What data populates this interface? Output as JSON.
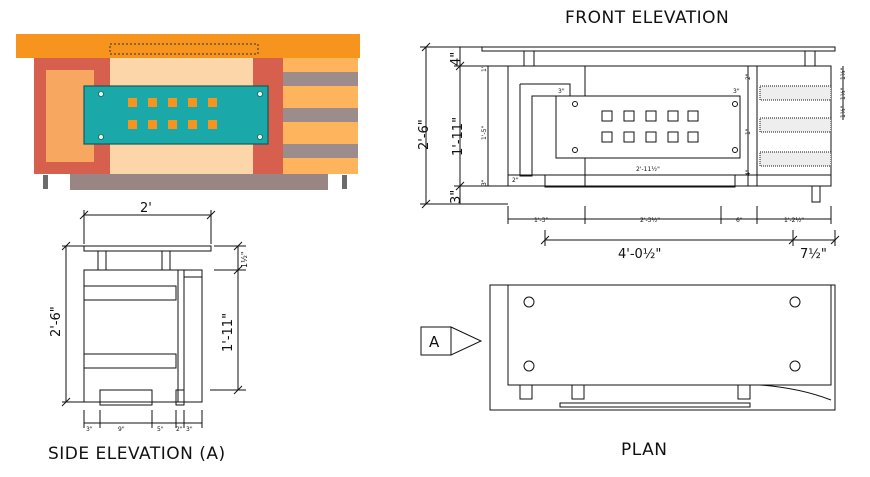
{
  "titles": {
    "front": "FRONT ELEVATION",
    "side": "SIDE ELEVATION (A)",
    "plan": "PLAN"
  },
  "section_marker": "A",
  "colors": {
    "top_board": "#f7941d",
    "body_orange": "#fdb45c",
    "side_panel": "#d6604d",
    "inner_panel": "#f7a75f",
    "center_panel": "#fcd5a8",
    "teal_plate": "#1ba8a8",
    "plate_squares": "#f7941d",
    "stripe_grey": "#9c8c8c",
    "base_plinth": "#9a8585",
    "line": "#111111"
  },
  "front_dims": {
    "left_total": "2'-6\"",
    "left_inner": "1'-11\"",
    "top": "4\"",
    "bottom": "3\"",
    "h_1_5": "1'-5\"",
    "h_1_left": "1\"",
    "h_small_3": "3\"",
    "bottom_row": [
      "1'-3\"",
      "2'-3½\"",
      "6\"",
      "1'-2½\""
    ],
    "overall": "4'-0½\"",
    "overhang": "7½\"",
    "inner_plate_w": "2'-11½\"",
    "inner_3a": "3\"",
    "inner_3b": "3\"",
    "inner_2": "2\"",
    "right_1": "1\"",
    "right_2": "2\"",
    "right_4": "4\"",
    "far_right": [
      "1½\"",
      "1½\"",
      "1½\""
    ]
  },
  "side_dims": {
    "width": "2'",
    "height": "2'-6\"",
    "inner_h": "1'-11\"",
    "top_h": "1½\"",
    "bottom_row": [
      "3\"",
      "9\"",
      "5\"",
      "2\"",
      "3\""
    ]
  }
}
